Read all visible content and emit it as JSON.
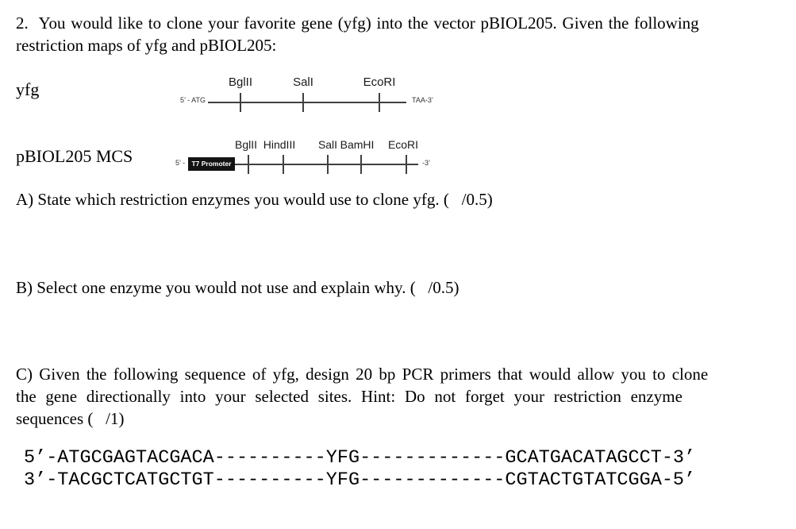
{
  "intro": {
    "lines": [
      "2.  You would like to clone your favorite gene (yfg) into the vector pBIOL205. Given the following",
      "restriction maps of yfg and pBIOL205:"
    ]
  },
  "maps": {
    "yfg": {
      "label": "yfg",
      "five_prime": "5’ - ATG",
      "three_prime": "TAA-3’",
      "sites": [
        {
          "name": "BglII"
        },
        {
          "name": "SalI"
        },
        {
          "name": "EcoRI"
        }
      ]
    },
    "pbiol205": {
      "label": "pBIOL205 MCS",
      "five_prime": "5’ -",
      "promoter": "T7 Promoter",
      "three_prime": "-3’",
      "sites": [
        {
          "name": "BglII"
        },
        {
          "name": "HindIII"
        },
        {
          "name": "SalI"
        },
        {
          "name": "BamHI"
        },
        {
          "name": "EcoRI"
        }
      ]
    }
  },
  "questions": {
    "a": "A) State which restriction enzymes you would use to clone yfg. (   /0.5)",
    "b": "B) Select one enzyme you would not use and explain why. (   /0.5)",
    "c_lines": [
      "C) Given the following sequence of yfg, design 20 bp PCR primers that would allow you to clone",
      "the gene directionally into your selected sites. Hint: Do not forget your restriction enzyme",
      "sequences (   /1)"
    ]
  },
  "sequence": {
    "top_strand": "5’-ATGCGAGTACGACA----------YFG-------------GCATGACATAGCCT-3’",
    "bottom_strand": "3’-TACGCTCATGCTGT----------YFG-------------CGTACTGTATCGGA-5’"
  },
  "colors": {
    "background": "#ffffff",
    "text": "#000000",
    "diagram_line": "#404040",
    "promoter_box": "#131313",
    "promoter_text": "#ffffff"
  }
}
